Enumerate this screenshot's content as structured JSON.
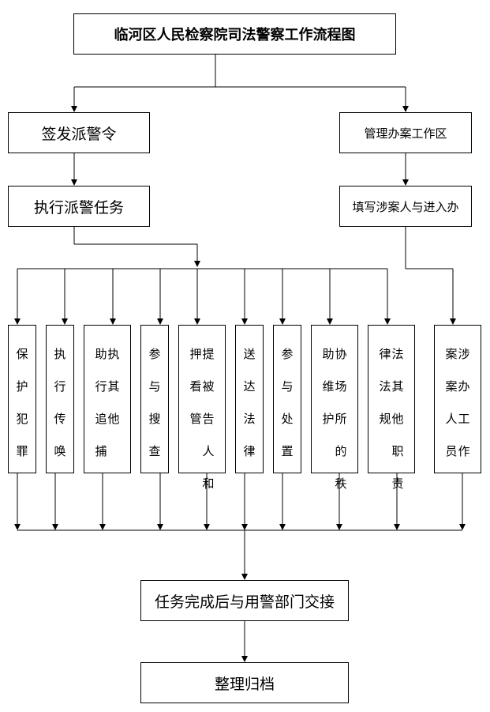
{
  "title": "临河区人民检察院司法警察工作流程图",
  "left": {
    "issue": "签发派警令",
    "execute": "执行派警任务"
  },
  "right": {
    "manage": "管理办案工作区",
    "fill": "填写涉案人与进入办"
  },
  "tasks": [
    {
      "col1": "保护犯罪"
    },
    {
      "col1": "执行传唤"
    },
    {
      "col1": "助行追捕",
      "col2": "执其他"
    },
    {
      "col1": "参与搜查"
    },
    {
      "col1": "押看管",
      "col2": "提被告人和"
    },
    {
      "col1": "送达法律"
    },
    {
      "col1": "参与处置"
    },
    {
      "col1": "助维护",
      "col2": "协场所的秩"
    },
    {
      "col1": "律法规",
      "col2": "法其他职责"
    },
    {
      "col1": "案案人员",
      "col2": "涉办工作"
    }
  ],
  "handover": "任务完成后与用警部门交接",
  "archive": "整理归档"
}
